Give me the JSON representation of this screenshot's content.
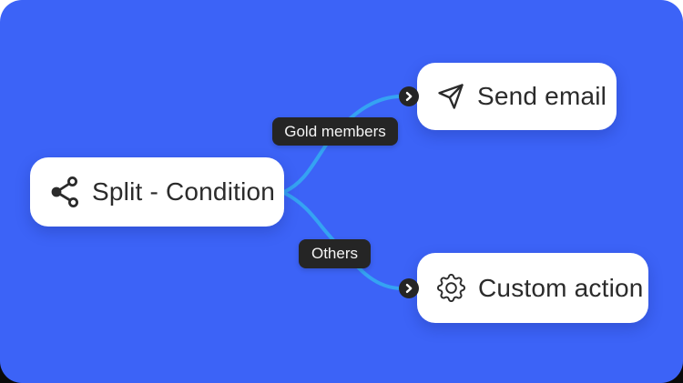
{
  "canvas": {
    "background_color": "#3C63F7",
    "connector_color": "#35A3F2",
    "card_bg_color": "#FFFFFF",
    "node_text_color": "#2B2B2B",
    "label_bg_color": "#252525",
    "label_text_color": "#F5F5F5"
  },
  "split_node": {
    "label": "Split - Condition",
    "icon": "split-icon"
  },
  "branches": [
    {
      "label": "Gold members",
      "connector_icon": "chevron-right-icon",
      "target": {
        "label": "Send email",
        "icon": "send-icon"
      }
    },
    {
      "label": "Others",
      "connector_icon": "chevron-right-icon",
      "target": {
        "label": "Custom action",
        "icon": "gear-icon"
      }
    }
  ]
}
